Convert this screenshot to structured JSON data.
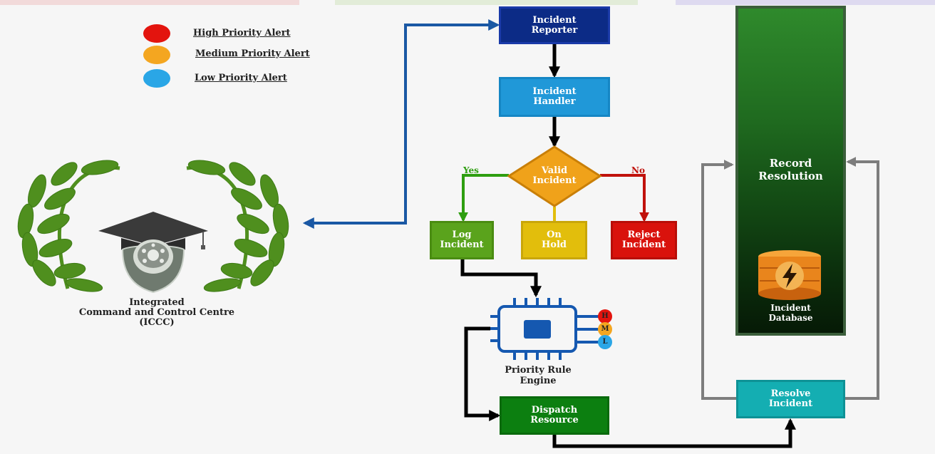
{
  "legend": {
    "items": [
      {
        "label": "High Priority Alert",
        "color": "#e3140e"
      },
      {
        "label": "Medium Priority Alert",
        "color": "#f4a620"
      },
      {
        "label": "Low Priority Alert",
        "color": "#2aa6e6"
      }
    ]
  },
  "logo": {
    "title_line1": "Integrated",
    "title_line2": "Command and Control Centre",
    "title_line3": "(ICCC)"
  },
  "nodes": {
    "reporter": {
      "line1": "Incident",
      "line2": "Reporter",
      "color": "#0c2b86"
    },
    "handler": {
      "line1": "Incident",
      "line2": "Handler",
      "color": "#2098d8"
    },
    "valid": {
      "line1": "Valid",
      "line2": "Incident",
      "color": "#f0a21a"
    },
    "log": {
      "line1": "Log",
      "line2": "Incident",
      "color": "#5aa31c"
    },
    "hold": {
      "line1": "On",
      "line2": "Hold",
      "color": "#e2be0c"
    },
    "reject": {
      "line1": "Reject",
      "line2": "Incident",
      "color": "#d9120c"
    },
    "dispatch": {
      "line1": "Dispatch",
      "line2": "Resource",
      "color": "#0c7f10"
    },
    "resolve": {
      "line1": "Resolve",
      "line2": "Incident",
      "color": "#14aeb2"
    },
    "record": {
      "line1": "Record",
      "line2": "Resolution"
    },
    "database": {
      "line1": "Incident",
      "line2": "Database"
    }
  },
  "branches": {
    "yes": "Yes",
    "no": "No"
  },
  "engine": {
    "line1": "Priority Rule",
    "line2": "Engine",
    "pins": [
      "H",
      "M",
      "L"
    ]
  },
  "colors": {
    "link_blue": "#1a58a4",
    "arrow_black": "#000000",
    "yes_green": "#2e9e10",
    "no_red": "#c0120c",
    "loop_gray": "#7d7d7d",
    "laurel": "#4f8f1e"
  }
}
